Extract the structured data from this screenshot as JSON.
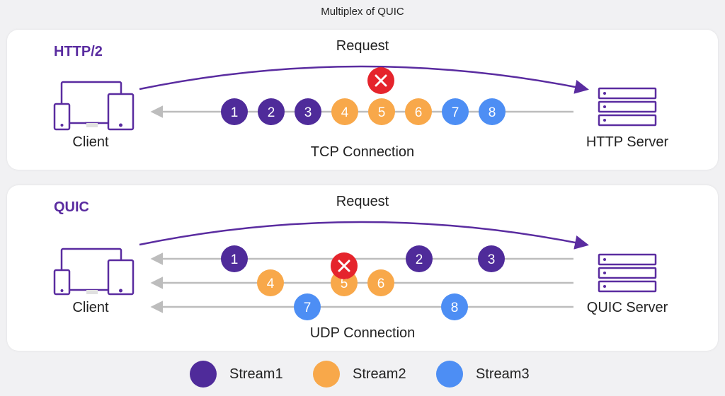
{
  "title": "Multiplex of QUIC",
  "colors": {
    "stream1": "#4f2b9a",
    "stream2": "#f8a84a",
    "stream3": "#4d8ef4",
    "accent": "#5a2ca0",
    "error": "#e5242c",
    "line": "#bdbdbd"
  },
  "http2": {
    "title": "HTTP/2",
    "request": "Request",
    "client": "Client",
    "server": "HTTP Server",
    "connection": "TCP Connection",
    "packets": [
      "1",
      "2",
      "3",
      "4",
      "5",
      "6",
      "7",
      "8"
    ],
    "lost_packet": "5"
  },
  "quic": {
    "title": "QUIC",
    "request": "Request",
    "client": "Client",
    "server": "QUIC Server",
    "connection": "UDP Connection",
    "streams": [
      {
        "packets": [
          "1",
          "2",
          "3"
        ]
      },
      {
        "packets": [
          "4",
          "5",
          "6"
        ]
      },
      {
        "packets": [
          "7",
          "8"
        ]
      }
    ],
    "lost_packet": "5"
  },
  "legend": [
    {
      "label": "Stream1",
      "color": "#4f2b9a"
    },
    {
      "label": "Stream2",
      "color": "#f8a84a"
    },
    {
      "label": "Stream3",
      "color": "#4d8ef4"
    }
  ]
}
